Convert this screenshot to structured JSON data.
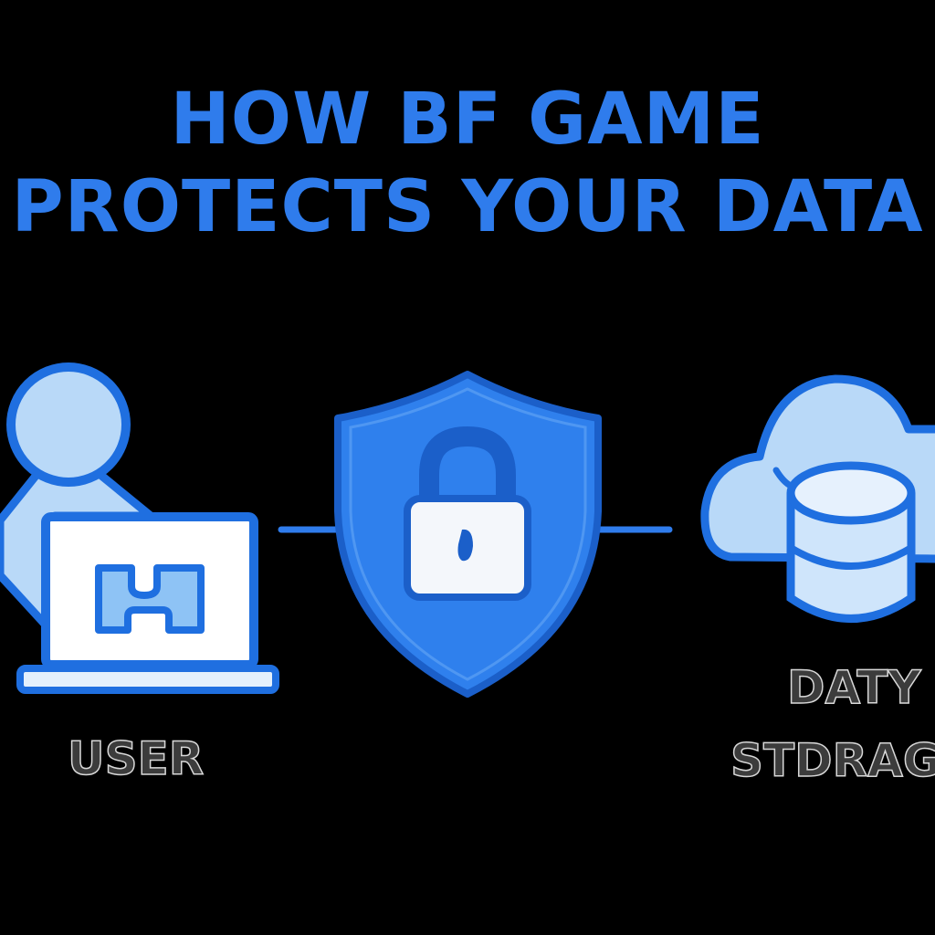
{
  "title": {
    "line1": "HOW BF GAME",
    "line2": "PROTECTS YOUR DATA"
  },
  "labels": {
    "user": "USER",
    "storage_line1": "DATY",
    "storage_line2": "STDRAGO"
  },
  "icons": [
    "user-icon",
    "laptop-icon",
    "shield-lock-icon",
    "cloud-database-icon"
  ],
  "colors": {
    "title": "#2f7cec",
    "stroke": "#1f6fe0",
    "fill_light": "#b9d9f8",
    "shield": "#2f80ed",
    "label": "#3c3c3c",
    "background": "#000000"
  }
}
